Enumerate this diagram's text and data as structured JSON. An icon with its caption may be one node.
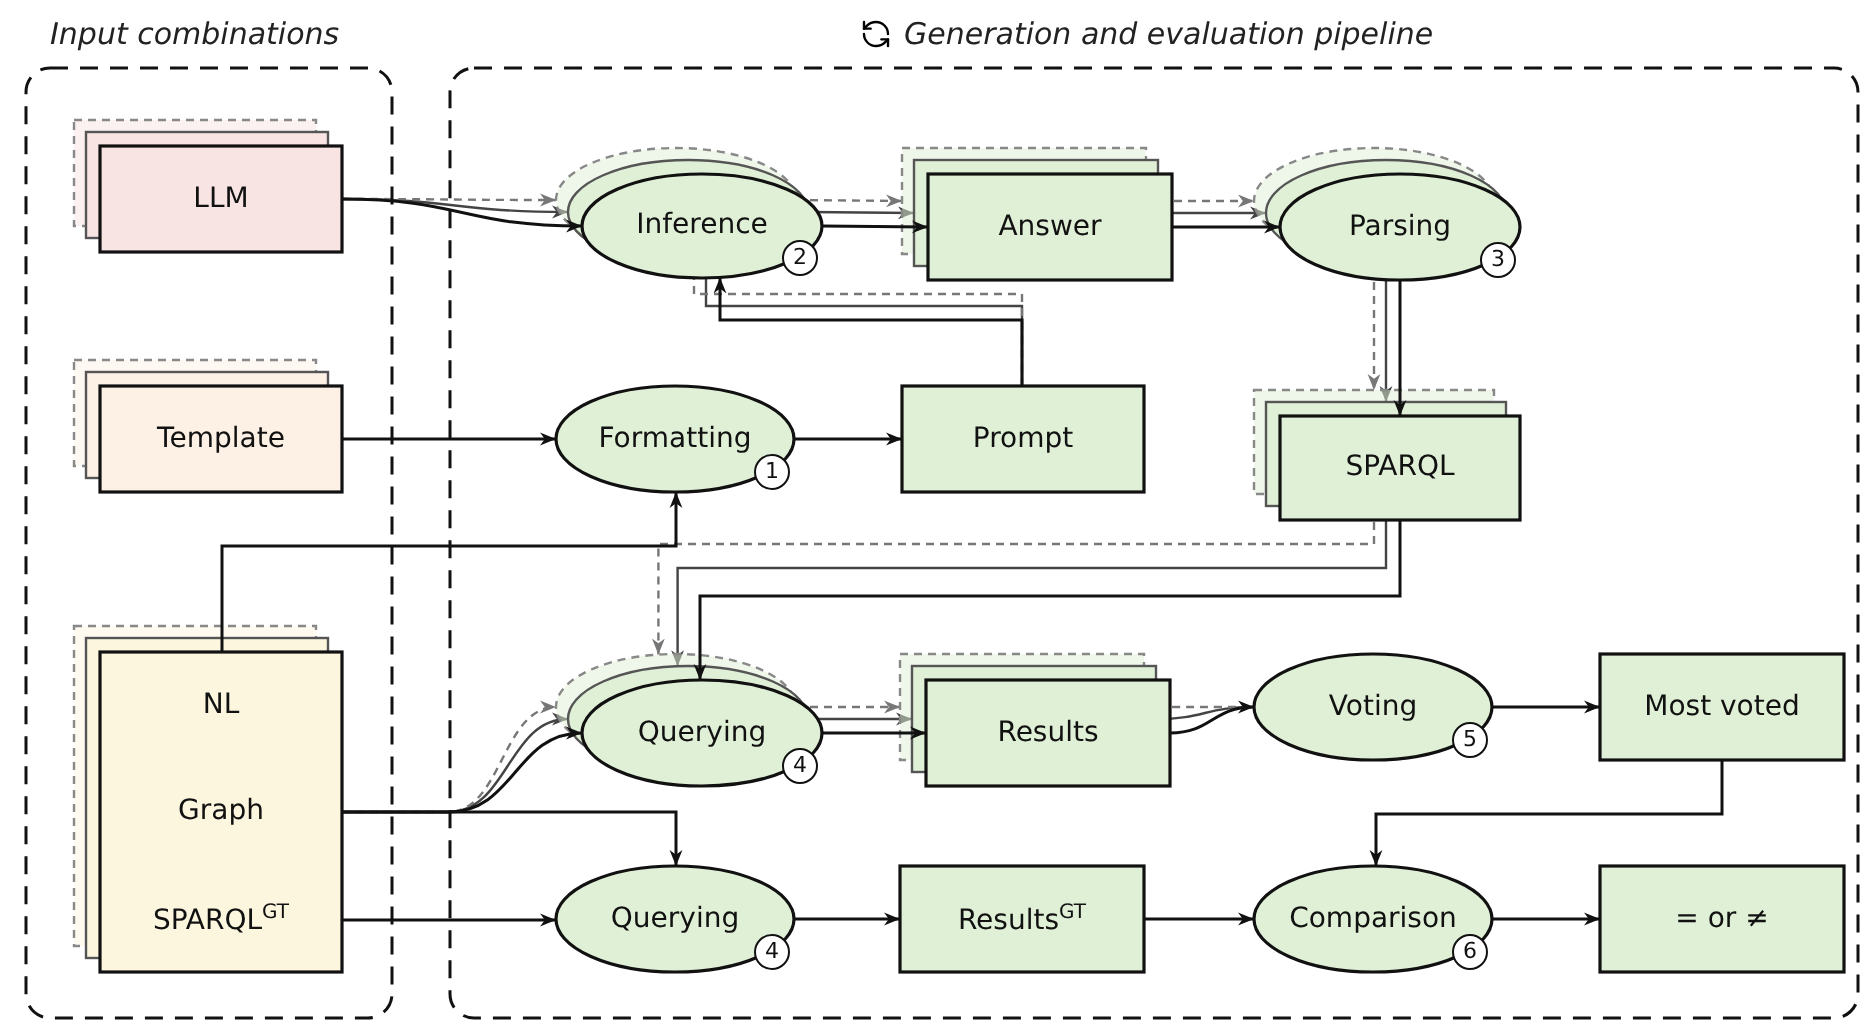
{
  "diagram": {
    "nodes": [
      {
        "text": [
          "Input combinations"
        ]
      },
      {
        "text": [
          "Generation and evaluation pipeline"
        ]
      },
      {
        "text": [
          "LLM"
        ],
        "in": 0
      },
      {
        "text": [
          "Template"
        ],
        "in": 0
      },
      {
        "text": [
          "NL",
          "Graph",
          "SPARQL$^{GT}$"
        ],
        "in": 0
      },
      {
        "text": [
          "Inference"
        ],
        "in": 1,
        "beside": [
          "2"
        ]
      },
      {
        "text": [
          "Answer"
        ],
        "in": 1
      },
      {
        "text": [
          "Parsing"
        ],
        "in": 1,
        "beside": [
          "3"
        ]
      },
      {
        "text": [
          "Formatting"
        ],
        "in": 1,
        "beside": [
          "1"
        ]
      },
      {
        "text": [
          "Prompt"
        ],
        "in": 1
      },
      {
        "text": [
          "SPARQL"
        ],
        "in": 1
      },
      {
        "text": [
          "Querying"
        ],
        "in": 1,
        "beside": [
          "4"
        ]
      },
      {
        "text": [
          "Results"
        ],
        "in": 1
      },
      {
        "text": [
          "Voting"
        ],
        "in": 1,
        "beside": [
          "5"
        ]
      },
      {
        "text": [
          "Most voted"
        ],
        "in": 1
      },
      {
        "text": [
          "Querying"
        ],
        "in": 1,
        "beside": [
          "4"
        ]
      },
      {
        "text": [
          "Results$^{GT}$"
        ],
        "in": 1
      },
      {
        "text": [
          "Comparison"
        ],
        "in": 1,
        "beside": [
          "6"
        ]
      },
      {
        "text": [
          "= or ≠"
        ],
        "in": 1
      }
    ],
    "edges": [
      {
        "from": 2,
        "to": 5,
        "arrow": "to"
      },
      {
        "from": 2,
        "to": 5,
        "arrow": "to",
        "color": "#444444"
      },
      {
        "from": 2,
        "to": 5,
        "arrow": "to",
        "style": "dashed",
        "color": "#777777"
      },
      {
        "from": 5,
        "to": 6,
        "arrow": "to"
      },
      {
        "from": 5,
        "to": 6,
        "arrow": "to",
        "color": "#444444"
      },
      {
        "from": 5,
        "to": 6,
        "arrow": "to",
        "style": "dashed",
        "color": "#777777"
      },
      {
        "from": 6,
        "to": 7,
        "arrow": "to"
      },
      {
        "from": 6,
        "to": 7,
        "arrow": "to",
        "color": "#444444"
      },
      {
        "from": 6,
        "to": 7,
        "arrow": "to",
        "style": "dashed",
        "color": "#777777"
      },
      {
        "from": 7,
        "to": 10,
        "arrow": "to"
      },
      {
        "from": 7,
        "to": 10,
        "arrow": "to",
        "color": "#444444"
      },
      {
        "from": 7,
        "to": 10,
        "arrow": "to",
        "style": "dashed",
        "color": "#777777"
      },
      {
        "from": 9,
        "to": 5,
        "arrow": "to"
      },
      {
        "from": 9,
        "to": 5,
        "arrow": "none",
        "color": "#444444"
      },
      {
        "from": 9,
        "to": 5,
        "arrow": "none",
        "style": "dashed",
        "color": "#777777"
      },
      {
        "from": 3,
        "to": 8,
        "arrow": "to"
      },
      {
        "from": 8,
        "to": 9,
        "arrow": "to"
      },
      {
        "from": 4,
        "to": 8,
        "arrow": "to"
      },
      {
        "from": 10,
        "to": 11,
        "arrow": "to"
      },
      {
        "from": 10,
        "to": 11,
        "arrow": "to",
        "color": "#444444"
      },
      {
        "from": 10,
        "to": 11,
        "arrow": "to",
        "style": "dashed",
        "color": "#777777"
      },
      {
        "from": 4,
        "to": 11,
        "arrow": "to"
      },
      {
        "from": 4,
        "to": 11,
        "arrow": "to",
        "color": "#444444"
      },
      {
        "from": 4,
        "to": 11,
        "arrow": "to",
        "style": "dashed",
        "color": "#777777"
      },
      {
        "from": 11,
        "to": 12,
        "arrow": "to"
      },
      {
        "from": 11,
        "to": 12,
        "arrow": "to",
        "color": "#444444"
      },
      {
        "from": 11,
        "to": 12,
        "arrow": "to",
        "style": "dashed",
        "color": "#777777"
      },
      {
        "from": 12,
        "to": 13,
        "arrow": "to"
      },
      {
        "from": 12,
        "to": 13,
        "arrow": "none",
        "color": "#444444"
      },
      {
        "from": 12,
        "to": 13,
        "arrow": "none",
        "style": "dashed",
        "color": "#777777"
      },
      {
        "from": 13,
        "to": 14,
        "arrow": "to"
      },
      {
        "from": 14,
        "to": 17,
        "arrow": "to"
      },
      {
        "from": 4,
        "to": 15,
        "arrow": "to"
      },
      {
        "from": 4,
        "to": 15,
        "arrow": "to"
      },
      {
        "from": 15,
        "to": 16,
        "arrow": "to"
      },
      {
        "from": 16,
        "to": 17,
        "arrow": "to"
      },
      {
        "from": 17,
        "to": 18,
        "arrow": "to"
      }
    ]
  }
}
